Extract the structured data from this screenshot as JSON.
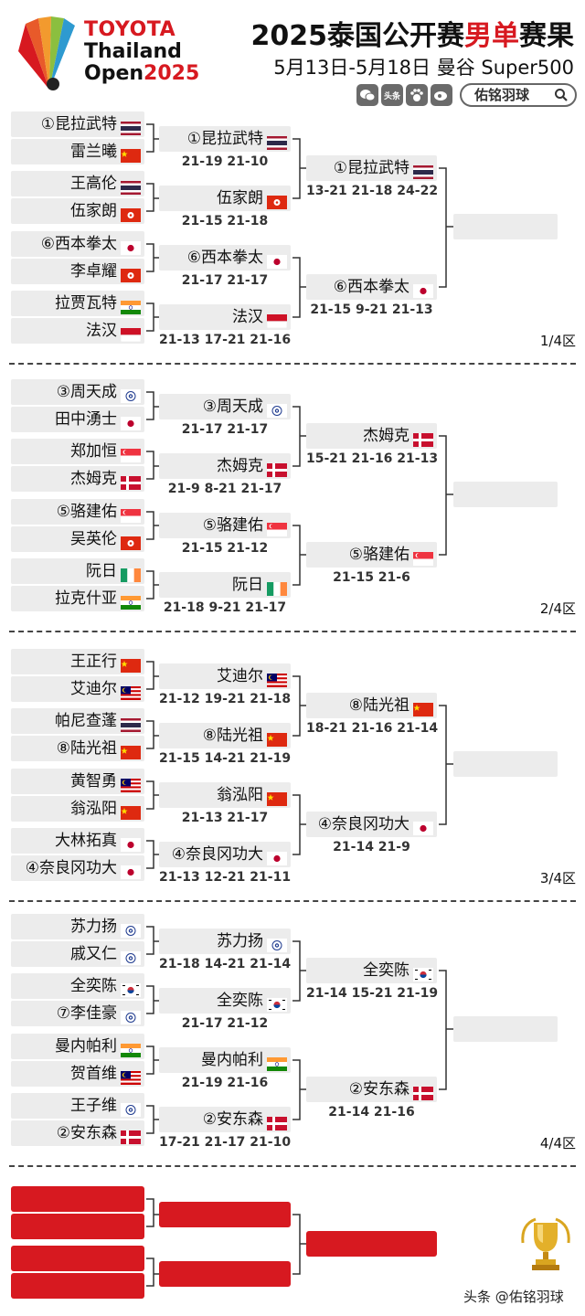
{
  "header": {
    "logo_line1": "TOYOTA",
    "logo_line2": "Thailand",
    "logo_line3_a": "Open",
    "logo_line3_b": "2025",
    "title_a": "2025泰国公开赛",
    "title_red": "男单",
    "title_b": "赛果",
    "subtitle": "5月13日-5月18日 曼谷 Super500",
    "social_icons": [
      "wechat-icon",
      "toutiao-icon",
      "paw-icon",
      "weibo-icon"
    ],
    "toutiao_label": "头条",
    "search_label": "佑铭羽球"
  },
  "colors": {
    "red": "#d71920",
    "box": "#ececec",
    "line": "#333333"
  },
  "quarters": [
    {
      "zone": "1/4区",
      "r1": [
        [
          "①昆拉武特",
          "th"
        ],
        [
          "雷兰曦",
          "cn"
        ],
        [
          "王高伦",
          "th"
        ],
        [
          "伍家朗",
          "hk"
        ],
        [
          "⑥西本拳太",
          "jp"
        ],
        [
          "李卓耀",
          "hk"
        ],
        [
          "拉贾瓦特",
          "in"
        ],
        [
          "法汉",
          "id"
        ]
      ],
      "r2": [
        [
          "①昆拉武特",
          "th",
          "21-19 21-10"
        ],
        [
          "伍家朗",
          "hk",
          "21-15 21-18"
        ],
        [
          "⑥西本拳太",
          "jp",
          "21-17 21-17"
        ],
        [
          "法汉",
          "id",
          "21-13 17-21 21-16"
        ]
      ],
      "r3": [
        [
          "①昆拉武特",
          "th",
          "13-21 21-18 24-22"
        ],
        [
          "⑥西本拳太",
          "jp",
          "21-15 9-21 21-13"
        ]
      ]
    },
    {
      "zone": "2/4区",
      "r1": [
        [
          "③周天成",
          "tpe"
        ],
        [
          "田中湧士",
          "jp"
        ],
        [
          "郑加恒",
          "sg"
        ],
        [
          "杰姆克",
          "dk"
        ],
        [
          "⑤骆建佑",
          "sg"
        ],
        [
          "吴英伦",
          "hk"
        ],
        [
          "阮日",
          "ie"
        ],
        [
          "拉克什亚",
          "in"
        ]
      ],
      "r2": [
        [
          "③周天成",
          "tpe",
          "21-17 21-17"
        ],
        [
          "杰姆克",
          "dk",
          "21-9 8-21 21-17"
        ],
        [
          "⑤骆建佑",
          "sg",
          "21-15 21-12"
        ],
        [
          "阮日",
          "ie",
          "21-18 9-21 21-17"
        ]
      ],
      "r3": [
        [
          "杰姆克",
          "dk",
          "15-21 21-16 21-13"
        ],
        [
          "⑤骆建佑",
          "sg",
          "21-15 21-6"
        ]
      ]
    },
    {
      "zone": "3/4区",
      "r1": [
        [
          "王正行",
          "cn"
        ],
        [
          "艾迪尔",
          "my"
        ],
        [
          "帕尼查蓬",
          "th"
        ],
        [
          "⑧陆光祖",
          "cn"
        ],
        [
          "黄智勇",
          "my"
        ],
        [
          "翁泓阳",
          "cn"
        ],
        [
          "大林拓真",
          "jp"
        ],
        [
          "④奈良冈功大",
          "jp"
        ]
      ],
      "r2": [
        [
          "艾迪尔",
          "my",
          "21-12 19-21 21-18"
        ],
        [
          "⑧陆光祖",
          "cn",
          "21-15 14-21 21-19"
        ],
        [
          "翁泓阳",
          "cn",
          "21-13 21-17"
        ],
        [
          "④奈良冈功大",
          "jp",
          "21-13 12-21 21-11"
        ]
      ],
      "r3": [
        [
          "⑧陆光祖",
          "cn",
          "18-21 21-16 21-14"
        ],
        [
          "④奈良冈功大",
          "jp",
          "21-14 21-9"
        ]
      ]
    },
    {
      "zone": "4/4区",
      "r1": [
        [
          "苏力扬",
          "tpe"
        ],
        [
          "戚又仁",
          "tpe"
        ],
        [
          "全奕陈",
          "kr"
        ],
        [
          "⑦李佳豪",
          "tpe"
        ],
        [
          "曼内帕利",
          "in"
        ],
        [
          "贺首维",
          "my"
        ],
        [
          "王子维",
          "tpe"
        ],
        [
          "②安东森",
          "dk"
        ]
      ],
      "r2": [
        [
          "苏力扬",
          "tpe",
          "21-18 14-21 21-14"
        ],
        [
          "全奕陈",
          "kr",
          "21-17 21-12"
        ],
        [
          "曼内帕利",
          "in",
          "21-19 21-16"
        ],
        [
          "②安东森",
          "dk",
          "17-21 21-17 21-10"
        ]
      ],
      "r3": [
        [
          "全奕陈",
          "kr",
          "21-14 15-21 21-19"
        ],
        [
          "②安东森",
          "dk",
          "21-14 21-16"
        ]
      ]
    }
  ],
  "footer": "头条 @佑铭羽球"
}
